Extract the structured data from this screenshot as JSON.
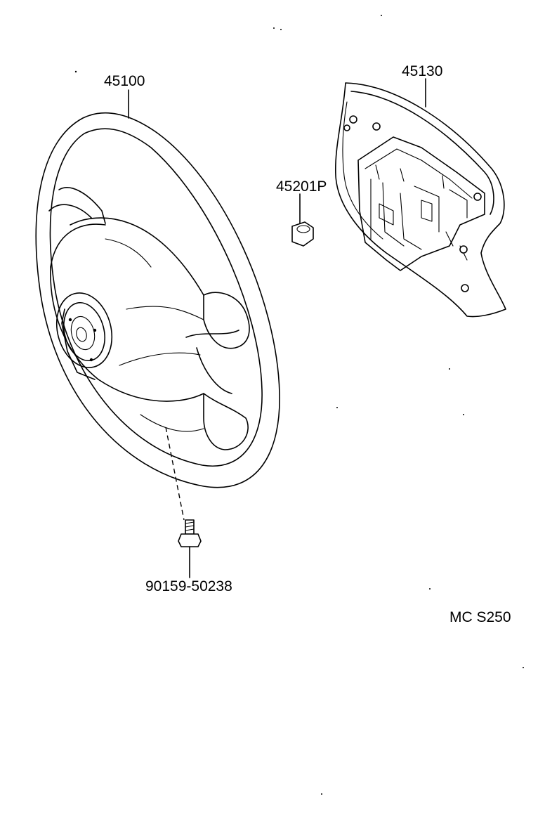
{
  "parts": {
    "steering_wheel": {
      "part_number": "45100"
    },
    "airbag_cover": {
      "part_number": "45130"
    },
    "nut": {
      "part_number": "45201P"
    },
    "bolt": {
      "part_number": "90159-50238"
    }
  },
  "diagram_code": "MC S250"
}
